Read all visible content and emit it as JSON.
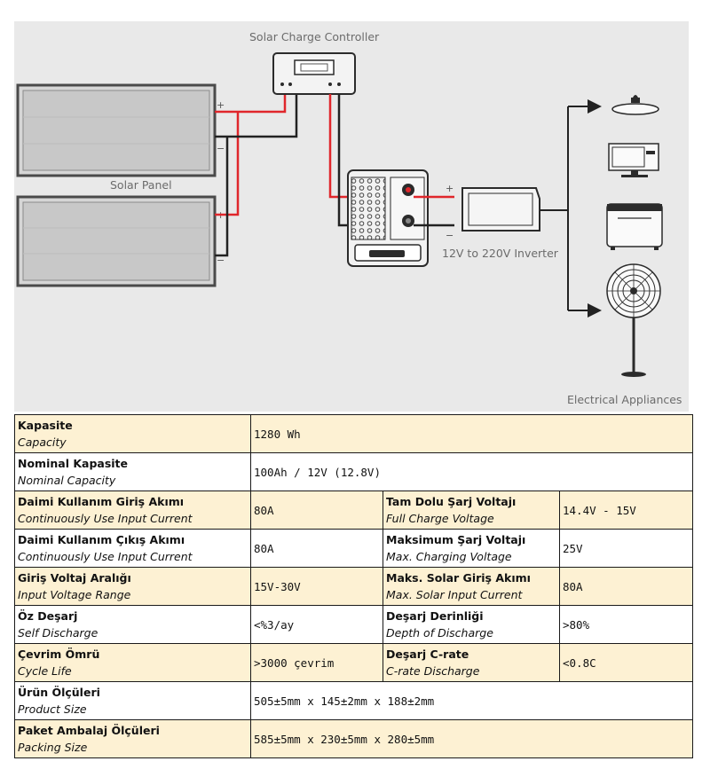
{
  "diagram": {
    "labels": {
      "controller": "Solar Charge Controller",
      "panel": "Solar  Panel",
      "inverter": "12V to 220V Inverter",
      "appliances": "Electrical Appliances"
    },
    "plus": "+",
    "minus": "−",
    "colors": {
      "background": "#e9e9e9",
      "positive_wire": "#e0262b",
      "negative_wire": "#222222",
      "device": "#2b2b2b"
    },
    "appliance_icons": [
      "ceiling-lamp-icon",
      "monitor-icon",
      "appliance-box-icon",
      "fan-icon"
    ]
  },
  "table": {
    "colors": {
      "odd_row": "#fdf1d3",
      "even_row": "#ffffff",
      "border": "#1a1a1a"
    },
    "rows": [
      {
        "tr": "Kapasite",
        "en": "Capacity",
        "value": "1280 Wh"
      },
      {
        "tr": "Nominal Kapasite",
        "en": "Nominal Capacity",
        "value": "100Ah / 12V (12.8V)"
      },
      {
        "tr": "Daimi Kullanım Giriş Akımı",
        "en": "Continuously Use Input Current",
        "value": "80A",
        "tr2": "Tam Dolu Şarj Voltajı",
        "en2": "Full Charge Voltage",
        "value2": "14.4V - 15V"
      },
      {
        "tr": "Daimi Kullanım Çıkış Akımı",
        "en": "Continuously Use Input Current",
        "value": "80A",
        "tr2": "Maksimum Şarj Voltajı",
        "en2": "Max. Charging Voltage",
        "value2": "25V"
      },
      {
        "tr": "Giriş Voltaj Aralığı",
        "en": "Input Voltage Range",
        "value": "15V-30V",
        "tr2": "Maks. Solar Giriş Akımı",
        "en2": "Max. Solar Input Current",
        "value2": "80A"
      },
      {
        "tr": "Öz Deşarj",
        "en": "Self Discharge",
        "value": "<%3/ay",
        "tr2": "Deşarj Derinliği",
        "en2": "Depth of Discharge",
        "value2": ">80%"
      },
      {
        "tr": "Çevrim Ömrü",
        "en": "Cycle Life",
        "value": ">3000 çevrim",
        "tr2": "Deşarj C-rate",
        "en2": "C-rate Discharge",
        "value2": "<0.8C"
      },
      {
        "tr": "Ürün Ölçüleri",
        "en": "Product Size",
        "value": "505±5mm x 145±2mm x 188±2mm"
      },
      {
        "tr": "Paket Ambalaj Ölçüleri",
        "en": "Packing Size",
        "value": "585±5mm x 230±5mm x 280±5mm"
      }
    ]
  }
}
